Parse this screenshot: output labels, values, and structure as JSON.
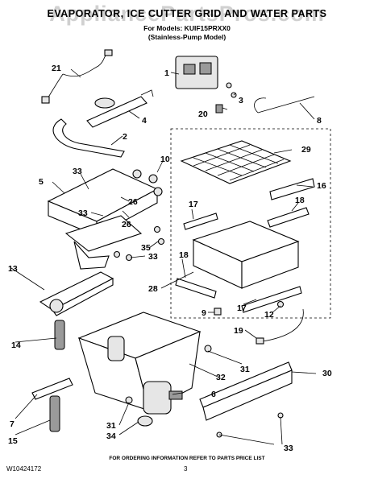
{
  "header": {
    "title": "EVAPORATOR, ICE CUTTER GRID AND WATER PARTS",
    "subtitle_line1": "For Models: KUIF15PRXX0",
    "subtitle_line2": "(Stainless-Pump Model)"
  },
  "watermark": "AppliancePartsPros.com",
  "callouts": {
    "c1": "1",
    "c2": "2",
    "c3": "3",
    "c4": "4",
    "c5": "5",
    "c6": "6",
    "c7": "7",
    "c8": "8",
    "c9": "9",
    "c10": "10",
    "c12": "12",
    "c13": "13",
    "c14": "14",
    "c15": "15",
    "c16": "16",
    "c17a": "17",
    "c17b": "17",
    "c18a": "18",
    "c18b": "18",
    "c19": "19",
    "c20": "20",
    "c21": "21",
    "c26a": "26",
    "c26b": "26",
    "c28": "28",
    "c29": "29",
    "c30": "30",
    "c31a": "31",
    "c31b": "31",
    "c32": "32",
    "c33a": "33",
    "c33b": "33",
    "c33c": "33",
    "c33d": "33",
    "c34": "34",
    "c35": "35"
  },
  "footer": {
    "note": "FOR ORDERING INFORMATION REFER TO PARTS PRICE LIST",
    "doc_number": "W10424172",
    "page_number": "3"
  }
}
